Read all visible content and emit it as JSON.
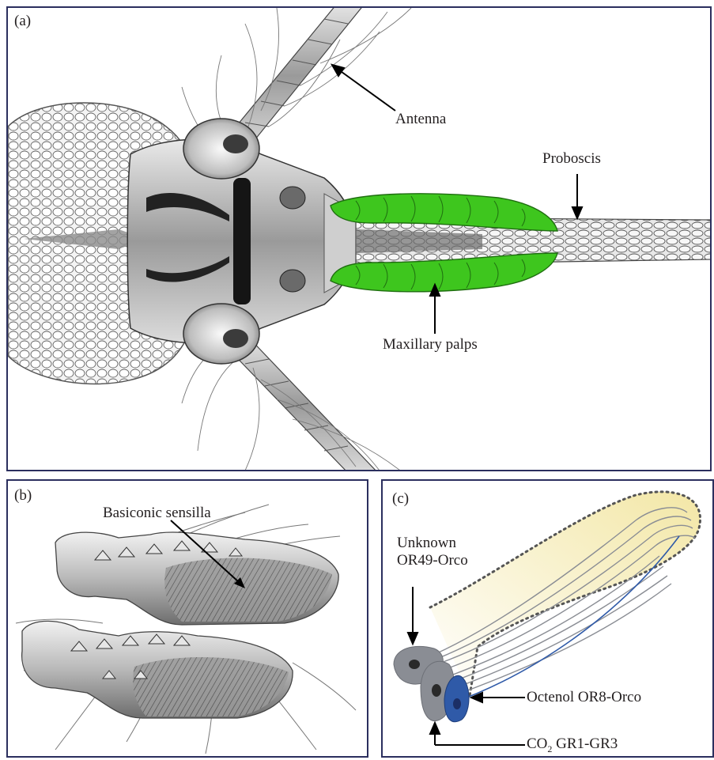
{
  "figure": {
    "panel_a": {
      "letter": "(a)",
      "labels": {
        "antenna": "Antenna",
        "proboscis": "Proboscis",
        "maxillary_palps": "Maxillary palps"
      }
    },
    "panel_b": {
      "letter": "(b)",
      "labels": {
        "basiconic_sensilla": "Basiconic sensilla"
      }
    },
    "panel_c": {
      "letter": "(c)",
      "labels": {
        "unknown_line1": "Unknown",
        "unknown_line2": "OR49-Orco",
        "octenol": "Octenol OR8-Orco",
        "co2_main": "CO",
        "co2_sub": "2",
        "co2_rest": " GR1-GR3"
      }
    },
    "colors": {
      "border": "#2b2f5e",
      "palp_green": "#3ec61e",
      "neuron_blue": "#2f5aa8",
      "neuron_grey": "#8a8d94",
      "sensillum_yellow": "#f3e7a6"
    }
  }
}
